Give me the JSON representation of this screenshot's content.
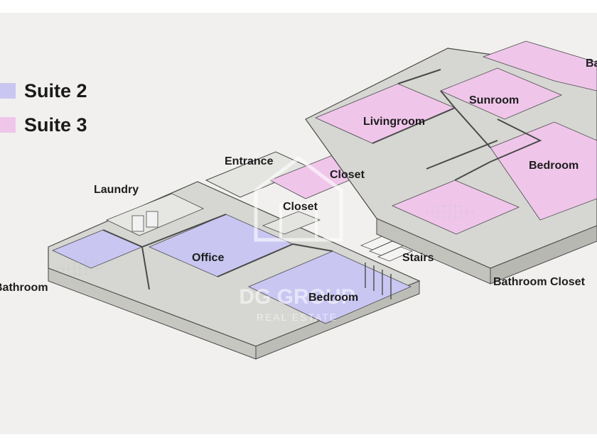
{
  "colors": {
    "suite2": "#c9c6f2",
    "suite3": "#efc6ea",
    "wall": "#dcdcd8",
    "edge": "#4a4a4a",
    "background": "#f1f0ee"
  },
  "legend": [
    {
      "label": "Suite 2",
      "color": "#c9c6f2"
    },
    {
      "label": "Suite 3",
      "color": "#efc6ea"
    }
  ],
  "rooms": {
    "bathroom_left": "Bathroom",
    "laundry": "Laundry",
    "office": "Office",
    "bedroom_suite2": "Bedroom",
    "entrance": "Entrance",
    "closet_upper": "Closet",
    "closet_lower": "Closet",
    "stairs": "Stairs",
    "livingroom": "Livingroom",
    "sunroom": "Sunroom",
    "bedroom_suite3": "Bedroom",
    "bathroom_closet": "Bathroom Closet",
    "bathroom_top_right": "Ba"
  },
  "watermark": {
    "brand": "DG GROUP",
    "subtitle": "REAL ESTATE"
  }
}
